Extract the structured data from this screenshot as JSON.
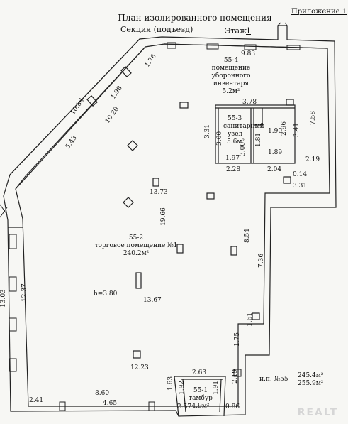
{
  "header": {
    "title": "План изолированного помещения",
    "appendix": "Приложение 1",
    "section_label": "Секция (подъезд)",
    "section_value": "-",
    "floor_label": "Этаж",
    "floor_value": "1"
  },
  "rooms": {
    "r554": {
      "code": "55-4",
      "name1": "помещение",
      "name2": "уборочного",
      "name3": "инвентаря",
      "area": "5.2м²"
    },
    "r553": {
      "code": "55-3",
      "name1": "санитарный",
      "name2": "узел",
      "area": "5.6м²"
    },
    "r552": {
      "code": "55-2",
      "name": "торговое помещение №1",
      "area": "240.2м²"
    },
    "r551": {
      "code": "55-1",
      "name": "тамбур",
      "area": "4.9м²"
    }
  },
  "height": "h=3.80",
  "totals": {
    "label": "и.п. №55",
    "area1": "245.4м²",
    "area2": "255.9м²"
  },
  "dims": {
    "d1086": "10.86",
    "d198": "1.98",
    "d1020": "10.20",
    "d543": "5.43",
    "d176": "1.76",
    "d983": "9.83",
    "d378": "3.78",
    "d758": "7.58",
    "d331a": "3.31",
    "d300a": "3.00",
    "d197": "1.97",
    "d300b": "3.00",
    "d181": "1.81",
    "d190": "1.90",
    "d296": "2.96",
    "d341": "3.41",
    "d189": "1.89",
    "d228": "2.28",
    "d204": "2.04",
    "d014": "0.14",
    "d219a": "2.19",
    "d331b": "3.31",
    "d1373": "13.73",
    "d1966": "19.66",
    "d854": "8.54",
    "d736": "7.36",
    "d1237": "12.37",
    "d1303": "13.03",
    "d1367": "13.67",
    "d1223": "12.23",
    "d175": "1.75",
    "d161": "1.61",
    "d219b": "2.19",
    "d263": "2.63",
    "d163": "1.63",
    "d192": "1.92",
    "d191": "1.91",
    "d241": "2.41",
    "d860": "8.60",
    "d465": "4.65",
    "d257": "2.57",
    "d086": "0.86"
  },
  "watermark": "REALT"
}
